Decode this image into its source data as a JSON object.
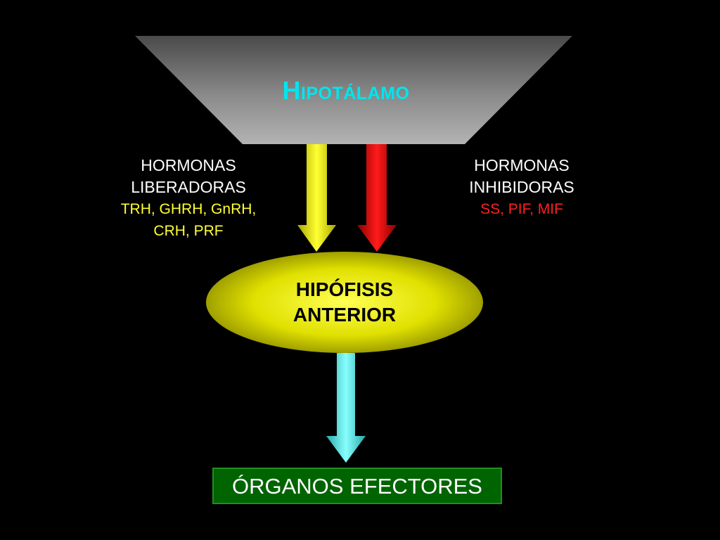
{
  "hypothalamus": {
    "label": "Hipotálamo"
  },
  "releasing": {
    "heading_line1": "HORMONAS",
    "heading_line2": "LIBERADORAS",
    "list_line1": "TRH, GHRH, GnRH,",
    "list_line2": "CRH, PRF"
  },
  "inhibiting": {
    "heading_line1": "HORMONAS",
    "heading_line2": "INHIBIDORAS",
    "list_line1": "SS, PIF, MIF"
  },
  "pituitary": {
    "line1": "HIPÓFISIS",
    "line2": "ANTERIOR"
  },
  "effectors": {
    "label": "ÓRGANOS EFECTORES"
  },
  "colors": {
    "background": "#000000",
    "title": "#00e5ee",
    "releasing_arrow": "#ffff00",
    "inhibiting_arrow": "#ff0000",
    "output_arrow": "#66ffff",
    "pituitary_fill": "#cccc00",
    "effectors_fill": "#006400"
  }
}
